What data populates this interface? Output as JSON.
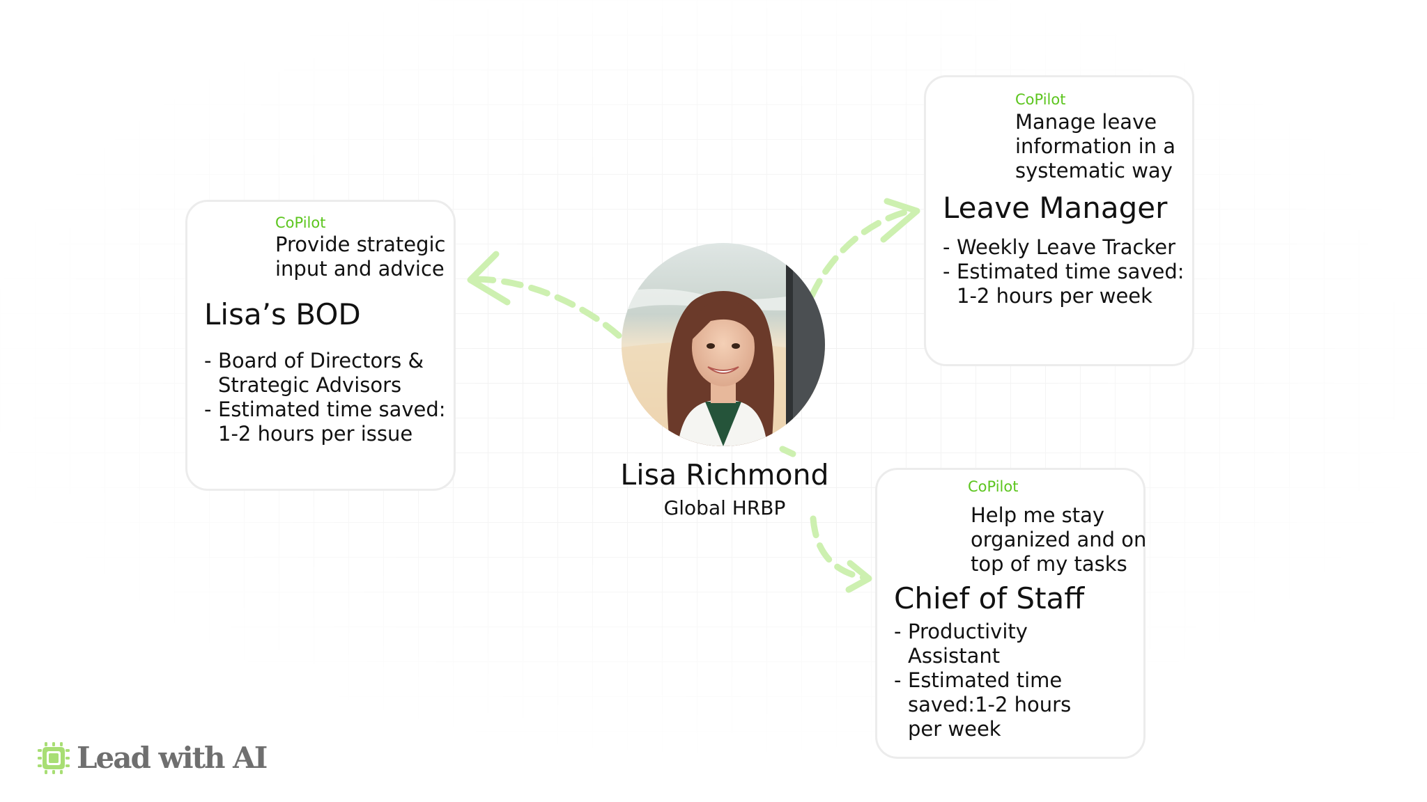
{
  "person": {
    "name": "Lisa Richmond",
    "role": "Global HRBP"
  },
  "cards": [
    {
      "tag": "CoPilot",
      "description": "Provide strategic input and advice",
      "title": "Lisa’s BOD",
      "bullets": [
        "Board of Directors & Strategic Advisors",
        "Estimated time saved: 1-2 hours per issue"
      ]
    },
    {
      "tag": "CoPilot",
      "description": "Manage leave information in a systematic way",
      "title": "Leave Manager",
      "bullets": [
        "Weekly Leave Tracker",
        "Estimated time saved: 1-2 hours per week"
      ]
    },
    {
      "tag": "CoPilot",
      "description": "Help me stay organized and on top of my tasks",
      "title": "Chief of Staff",
      "bullets": [
        "Productivity Assistant",
        "Estimated time saved:1-2 hours per week"
      ]
    }
  ],
  "logo": {
    "text": "Lead with AI"
  },
  "colors": {
    "accent": "#5cc51e",
    "connector": "#cdf0b0",
    "card_border": "#ececec",
    "logo_text": "#6f6f6f"
  }
}
